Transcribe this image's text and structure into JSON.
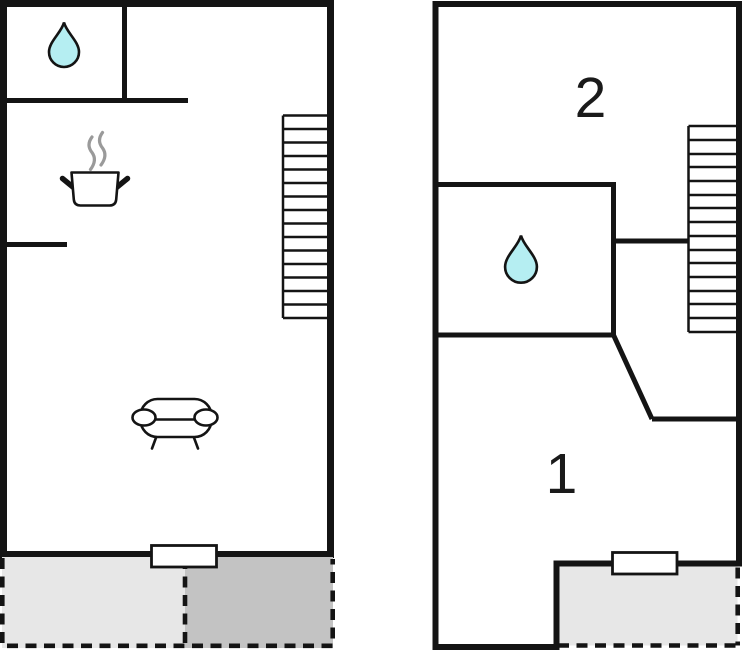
{
  "plans": {
    "ground_floor": {
      "name": "ground-floor-plan",
      "features": [
        "bathroom",
        "kitchen",
        "living-room",
        "stairs",
        "entrance-door",
        "terrace-left",
        "terrace-right"
      ]
    },
    "upper_floor": {
      "name": "upper-floor-plan",
      "room_labels": {
        "room2": "2",
        "room1": "1"
      },
      "features": [
        "bathroom",
        "stairs",
        "door",
        "terrace"
      ]
    }
  },
  "icons": {
    "water_drop": "water-drop-icon",
    "cooking_pot": "cooking-pot-icon",
    "sofa": "sofa-icon",
    "stairs": "stairs-icon"
  },
  "colors": {
    "wall": "#141414",
    "label_text": "#1a1a1a",
    "water_drop_fill": "#b5eef2",
    "steam": "#9a9a9a",
    "terrace_light": "#e7e7e7",
    "terrace_dark": "#c3c3c3",
    "door_fill": "#ffffff",
    "background": "#ffffff"
  }
}
